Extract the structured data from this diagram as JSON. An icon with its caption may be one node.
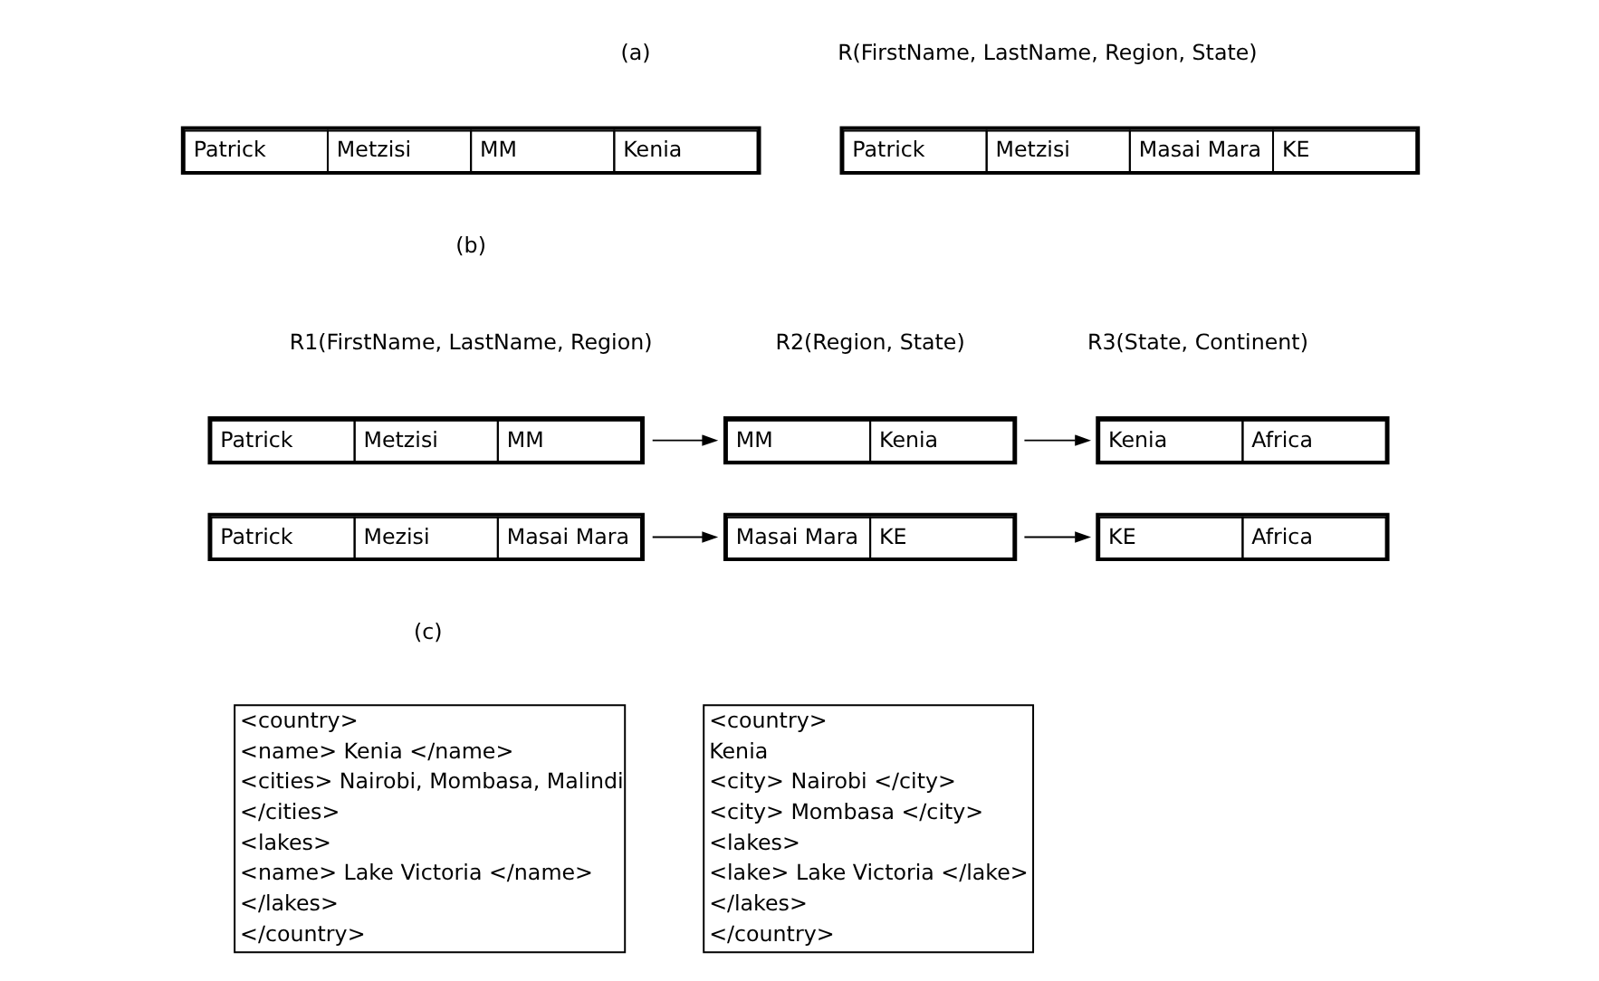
{
  "diagram": {
    "nodes": [
      {
        "text": [
          "Patrick",
          "Metzisi",
          "MM",
          "Kenia"
        ]
      },
      {
        "text": [
          "Patrick",
          "Metzisi",
          "Masai Mara",
          "KE"
        ]
      },
      {
        "text": [
          "Patrick",
          "Metzisi",
          "MM"
        ]
      },
      {
        "text": [
          "MM",
          "Kenia"
        ]
      },
      {
        "text": [
          "Kenia",
          "Africa"
        ]
      },
      {
        "text": [
          "Patrick",
          "Mezisi",
          "Masai Mara"
        ]
      },
      {
        "text": [
          "Masai Mara",
          "KE"
        ]
      },
      {
        "text": [
          "KE",
          "Africa"
        ]
      },
      {
        "text": [
          "<country>",
          "<name> Kenia </name>",
          "<cities> Nairobi, Mombasa, Malindi",
          "</cities>",
          "<lakes>",
          "<name> Lake Victoria </name>",
          "</lakes>",
          "</country>"
        ]
      },
      {
        "text": [
          "<country>",
          "Kenia",
          "<city> Nairobi </city>",
          "<city> Mombasa </city>",
          "<lakes>",
          "<lake> Lake Victoria </lake>",
          "</lakes>",
          "</country>"
        ]
      }
    ],
    "edges": [
      {
        "from": 2,
        "to": 3,
        "arrow": "to"
      },
      {
        "from": 3,
        "to": 4,
        "arrow": "to"
      },
      {
        "from": 5,
        "to": 6,
        "arrow": "to"
      },
      {
        "from": 6,
        "to": 7,
        "arrow": "to"
      }
    ],
    "labels": [
      "(a)",
      "R(FirstName, LastName, Region, State)",
      "(b)",
      "R1(FirstName, LastName, Region)",
      "R2(Region, State)",
      "R3(State, Continent)",
      "(c)"
    ]
  }
}
